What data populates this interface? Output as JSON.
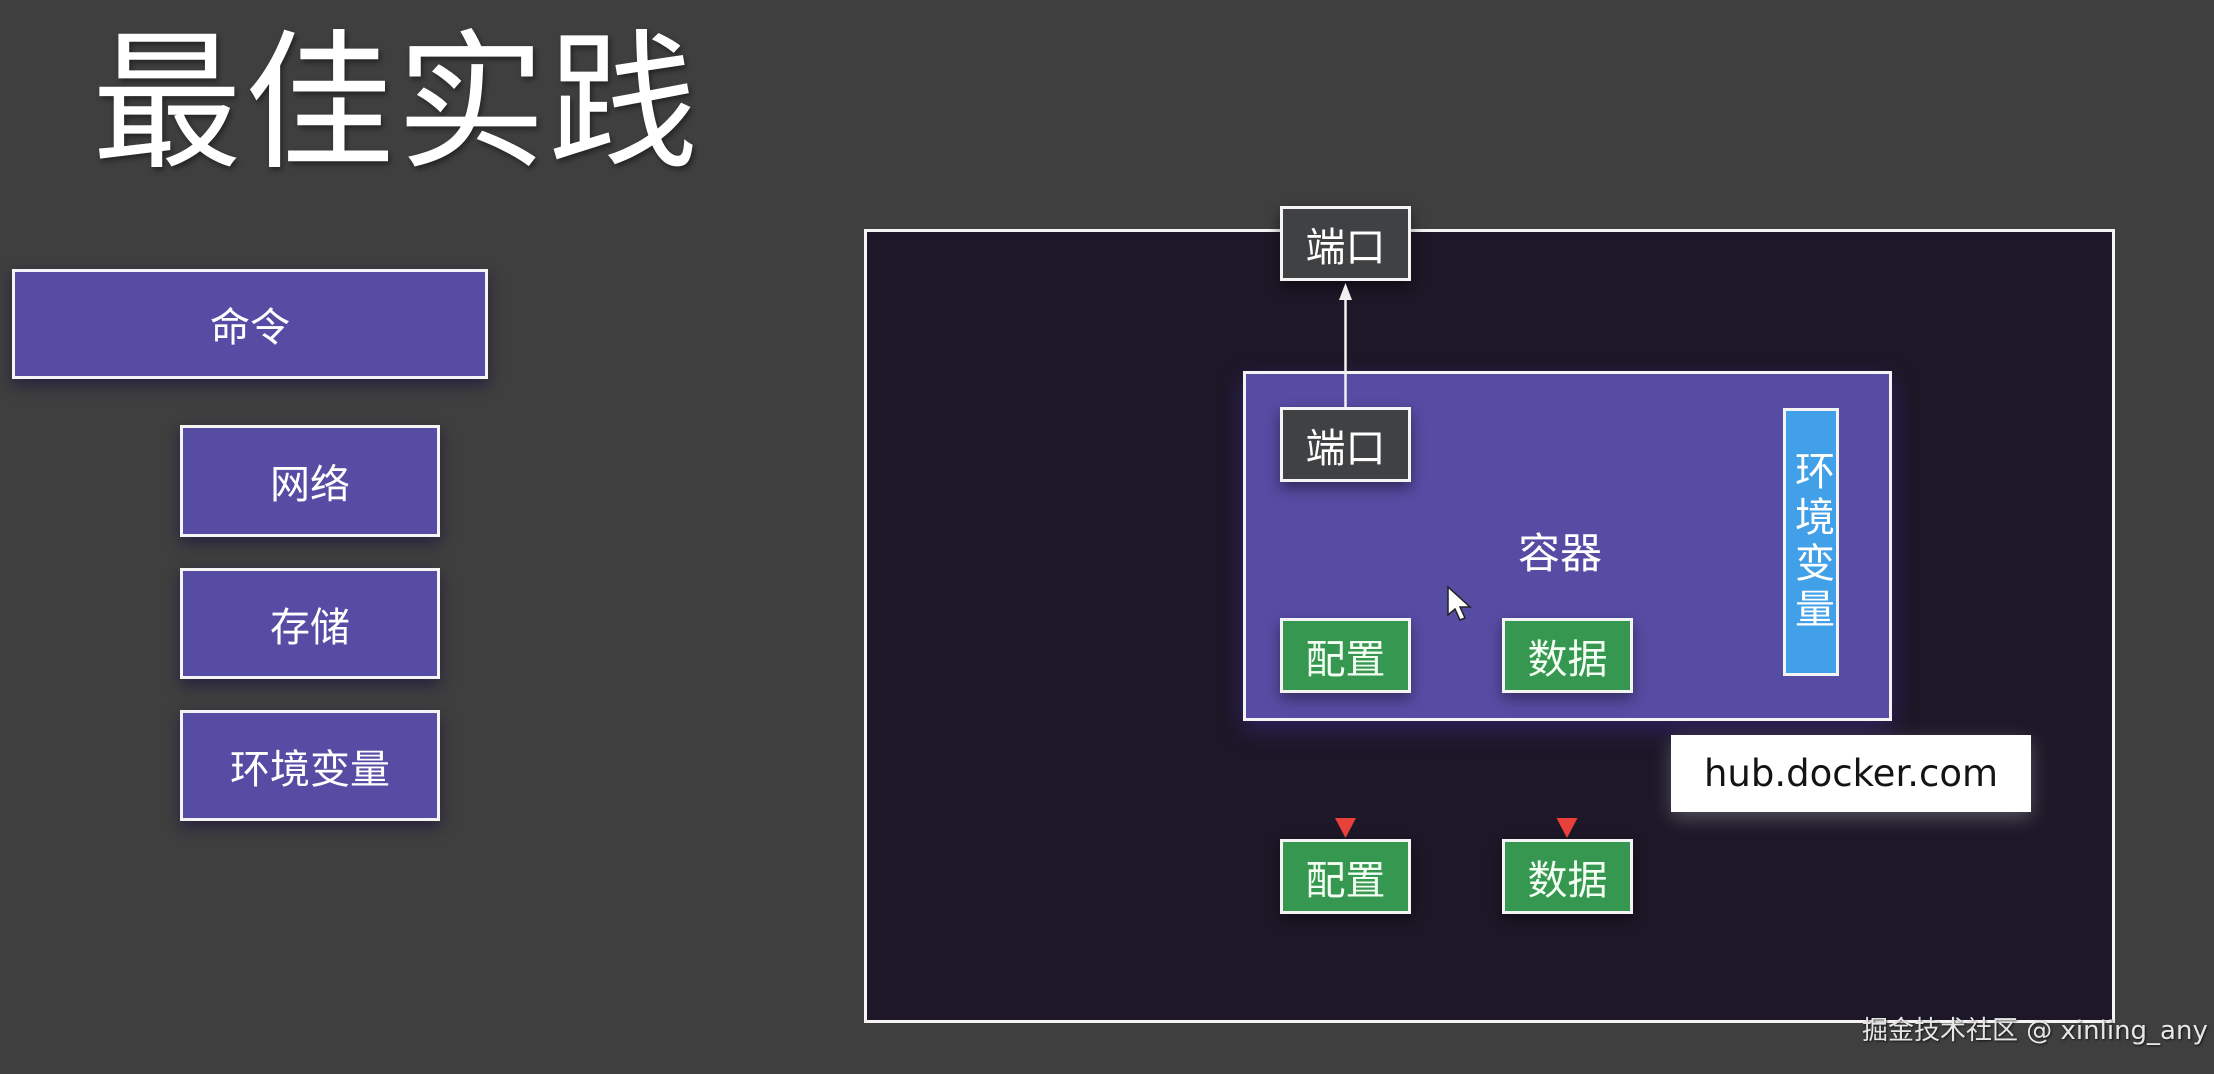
{
  "title": "最佳实践",
  "left_panel": {
    "main": "命令",
    "items": [
      {
        "label": "网络"
      },
      {
        "label": "存储"
      },
      {
        "label": "环境变量"
      }
    ]
  },
  "diagram": {
    "host_port": "端口",
    "container": {
      "label": "容器",
      "port": "端口",
      "env": "环境变量",
      "config": "配置",
      "data": "数据"
    },
    "host_config": "配置",
    "host_data": "数据",
    "registry": "hub.docker.com",
    "colors": {
      "background": "#3f3f3f",
      "panel": "#1d1727",
      "container": "#574ca4",
      "port_box": "#3f4143",
      "green_box": "#369750",
      "env_box": "#42a0e8",
      "arrow_red": "#e8403a",
      "dot_lavender": "#a89ad8"
    }
  },
  "watermark": "掘金技术社区 @ xinling_any"
}
